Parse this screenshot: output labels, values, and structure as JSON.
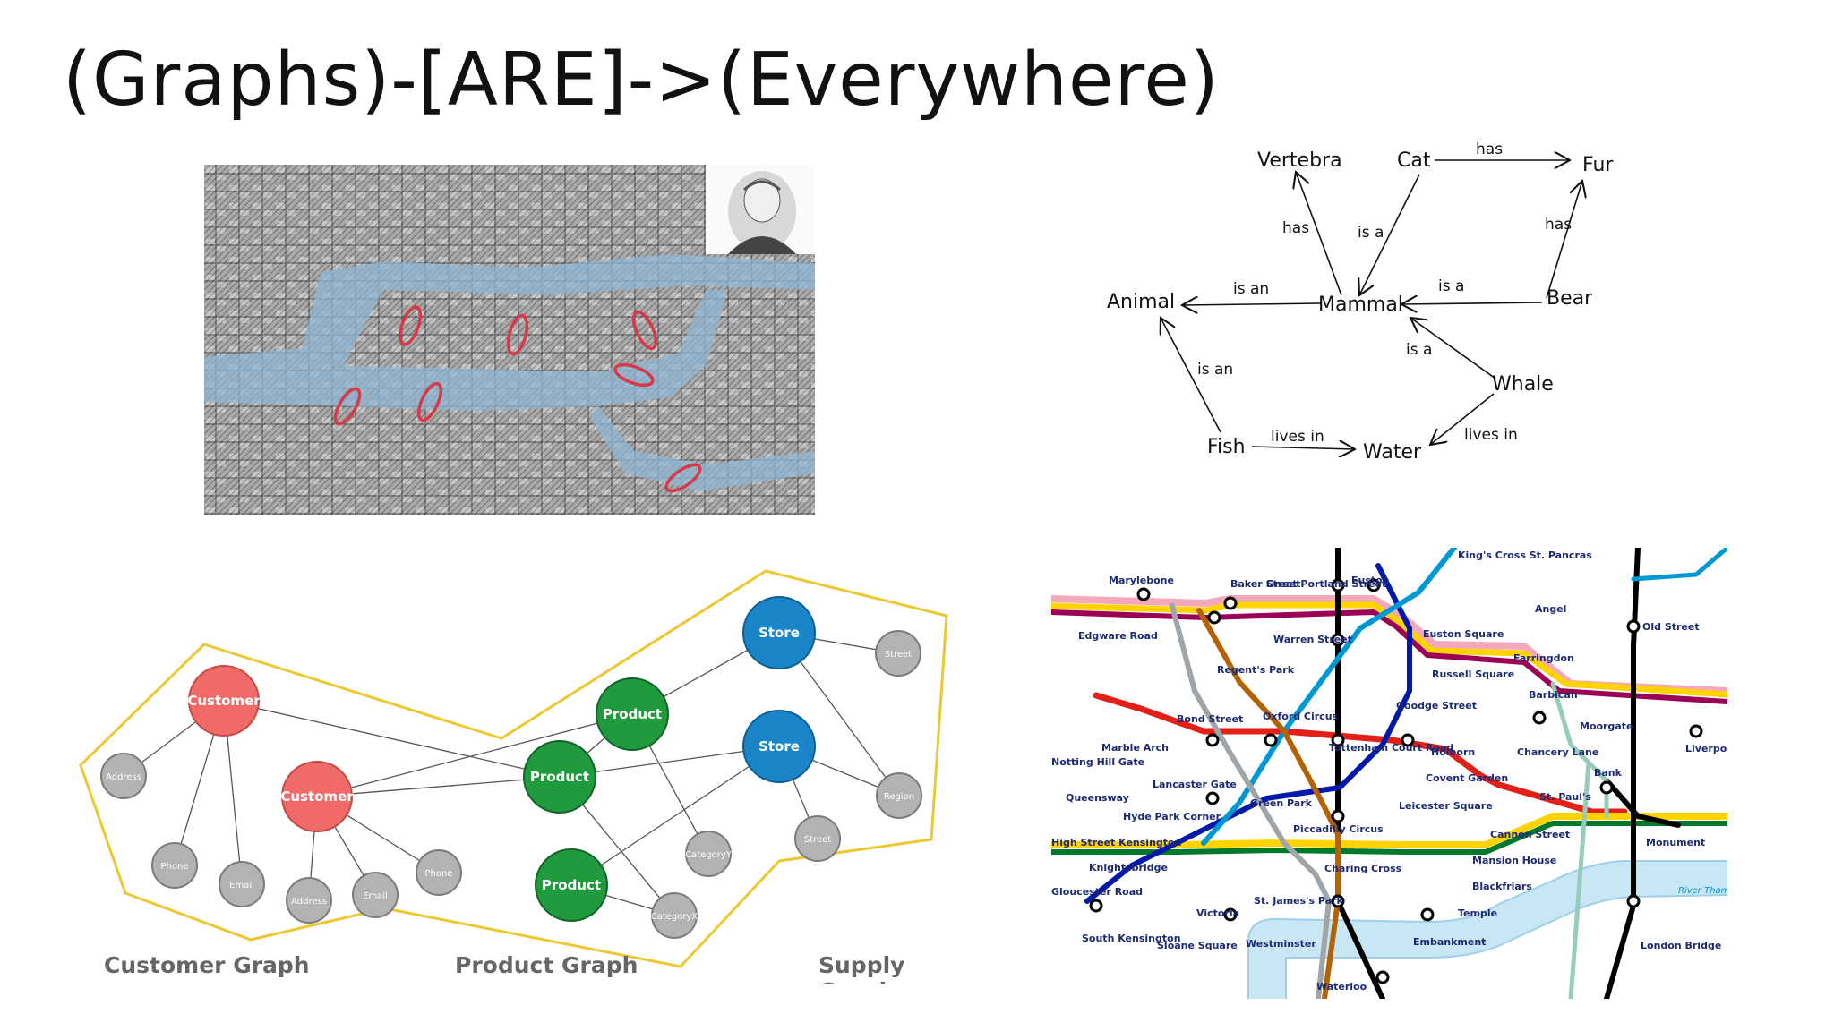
{
  "slide": {
    "title": "(Graphs)-[ARE]->(Everywhere)"
  },
  "knowledge_graph": {
    "nodes": [
      "Vertebra",
      "Cat",
      "Fur",
      "Animal",
      "Mammal",
      "Bear",
      "Whale",
      "Fish",
      "Water"
    ],
    "edge_labels": [
      "has",
      "has",
      "is a",
      "has",
      "is an",
      "is a",
      "is a",
      "is an",
      "lives in",
      "lives in"
    ]
  },
  "cpg": {
    "captions": [
      "Customer Graph",
      "Product Graph",
      "Supply Graph"
    ],
    "nodes": [
      "Customer",
      "Customer",
      "Address",
      "Phone",
      "Email",
      "Address",
      "Email",
      "Phone",
      "Product",
      "Product",
      "Product",
      "CategoryY",
      "CategoryX",
      "Store",
      "Store",
      "Street",
      "Region",
      "Street"
    ],
    "colors": {
      "customer": "#f06b67",
      "product": "#1f9a3d",
      "store": "#1a86c9",
      "attribute": "#b3b3b3",
      "boundary": "#ecc934"
    }
  },
  "tube_map": {
    "stations": [
      "Marylebone",
      "Baker Street",
      "Great Portland Street",
      "Euston",
      "King's Cross St. Pancras",
      "Edgware Road",
      "Warren Street",
      "Euston Square",
      "Angel",
      "Old Street",
      "Regent's Park",
      "Russell Square",
      "Farringdon",
      "Goodge Street",
      "Barbican",
      "Bond Street",
      "Oxford Circus",
      "Tottenham Court Road",
      "Holborn",
      "Chancery Lane",
      "Moorgate",
      "Liverpool Street",
      "Marble Arch",
      "Lancaster Gate",
      "Queensway",
      "Notting Hill Gate",
      "Covent Garden",
      "Leicester Square",
      "St. Paul's",
      "Bank",
      "Green Park",
      "Hyde Park Corner",
      "Piccadilly Circus",
      "High Street Kensington",
      "Knightsbridge",
      "Charing Cross",
      "Cannon Street",
      "Monument",
      "Mansion House",
      "Blackfriars",
      "Gloucester Road",
      "Victoria",
      "St. James's Park",
      "Temple",
      "South Kensington",
      "Sloane Square",
      "Westminster",
      "Embankment",
      "London Bridge",
      "Waterloo",
      "River Thames"
    ],
    "line_colors": {
      "central": "#e32017",
      "circle": "#ffd300",
      "district": "#00782a",
      "jubilee": "#a0a5a9",
      "northern": "#000000",
      "piccadilly": "#0019a8",
      "victoria": "#0098d4",
      "bakerloo": "#b36305",
      "metropolitan": "#9b0056",
      "hammersmith": "#f3a9bb",
      "waterloo_city": "#95cdba",
      "river": "#c9e6f5"
    }
  }
}
